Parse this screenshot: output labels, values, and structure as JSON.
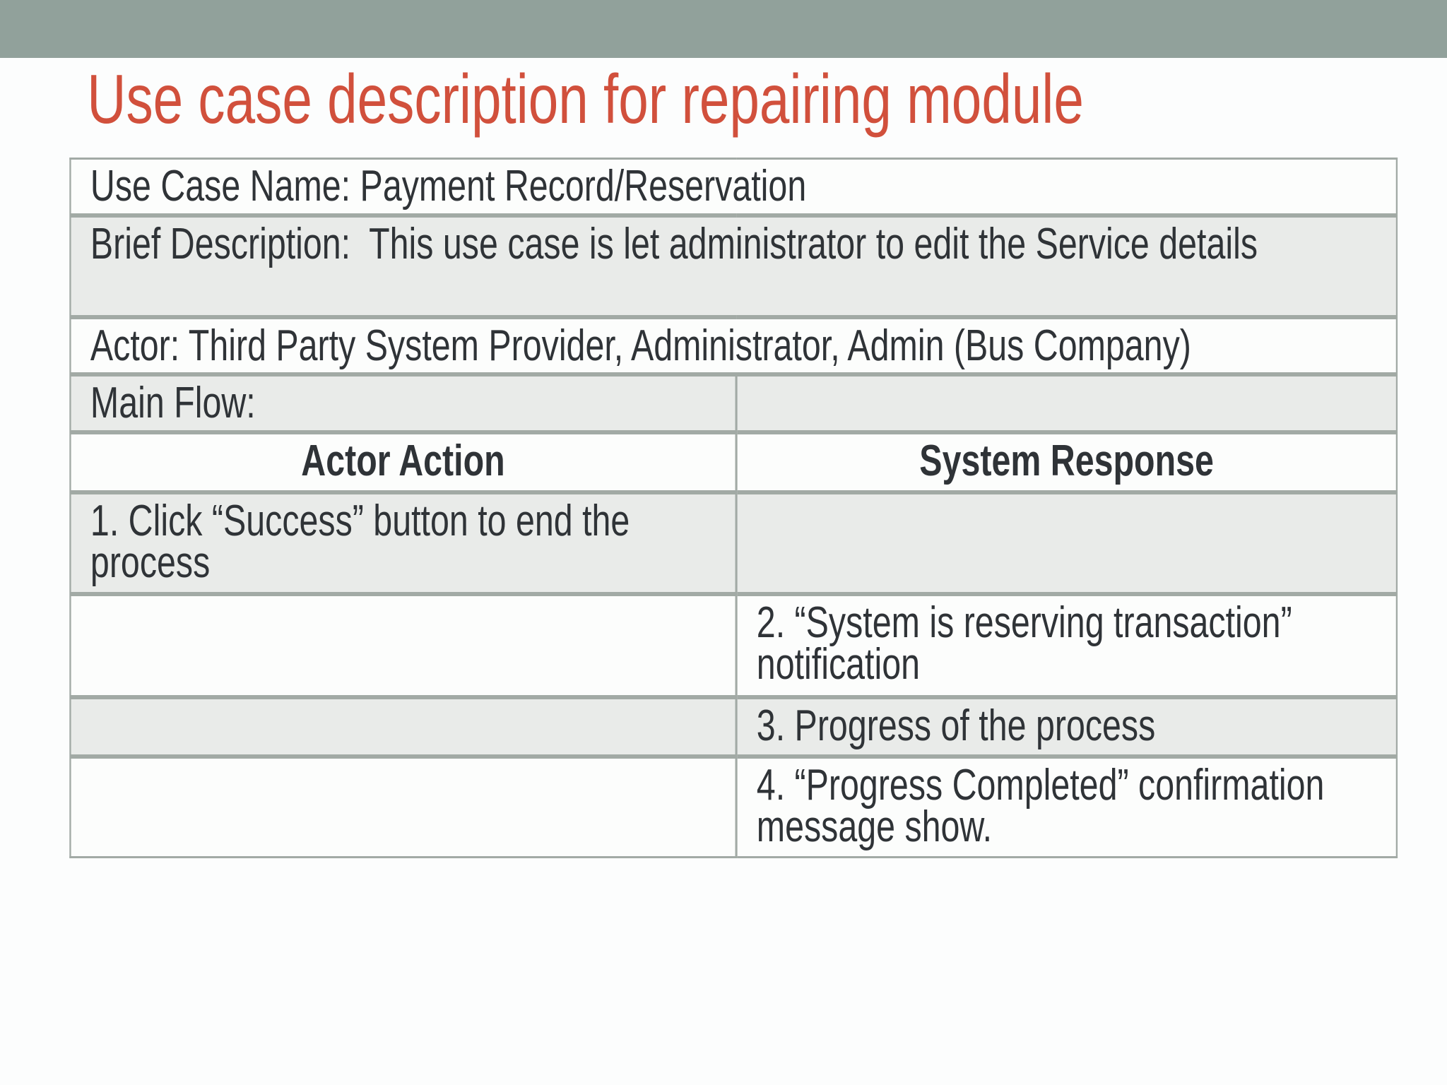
{
  "slide": {
    "title": "Use case description for repairing module",
    "colors": {
      "top_bar": "#91a19b",
      "title_red": "#d1503c",
      "row_shade": "#e9ebe9",
      "row_plain": "#fcfdfc",
      "table_border": "#a2aaa5",
      "text": "#2f3337"
    }
  },
  "table": {
    "full_rows": [
      {
        "text": "Use Case Name: Payment Record/Reservation"
      },
      {
        "text": "Brief Description:  This use case is let administrator to edit the Service details"
      },
      {
        "text": "Actor: Third Party System Provider, Administrator, Admin (Bus Company)"
      }
    ],
    "main_flow": {
      "left": "Main Flow:",
      "right": ""
    },
    "headers": {
      "left": "Actor Action",
      "right": "System Response"
    },
    "flow_rows": [
      {
        "left": "1. Click “Success” button to end the process",
        "right": ""
      },
      {
        "left": "",
        "right": "2. “System is reserving transaction” notification"
      },
      {
        "left": "",
        "right": "3. Progress of the process"
      },
      {
        "left": "",
        "right": "4. “Progress Completed” confirmation message show."
      }
    ]
  }
}
